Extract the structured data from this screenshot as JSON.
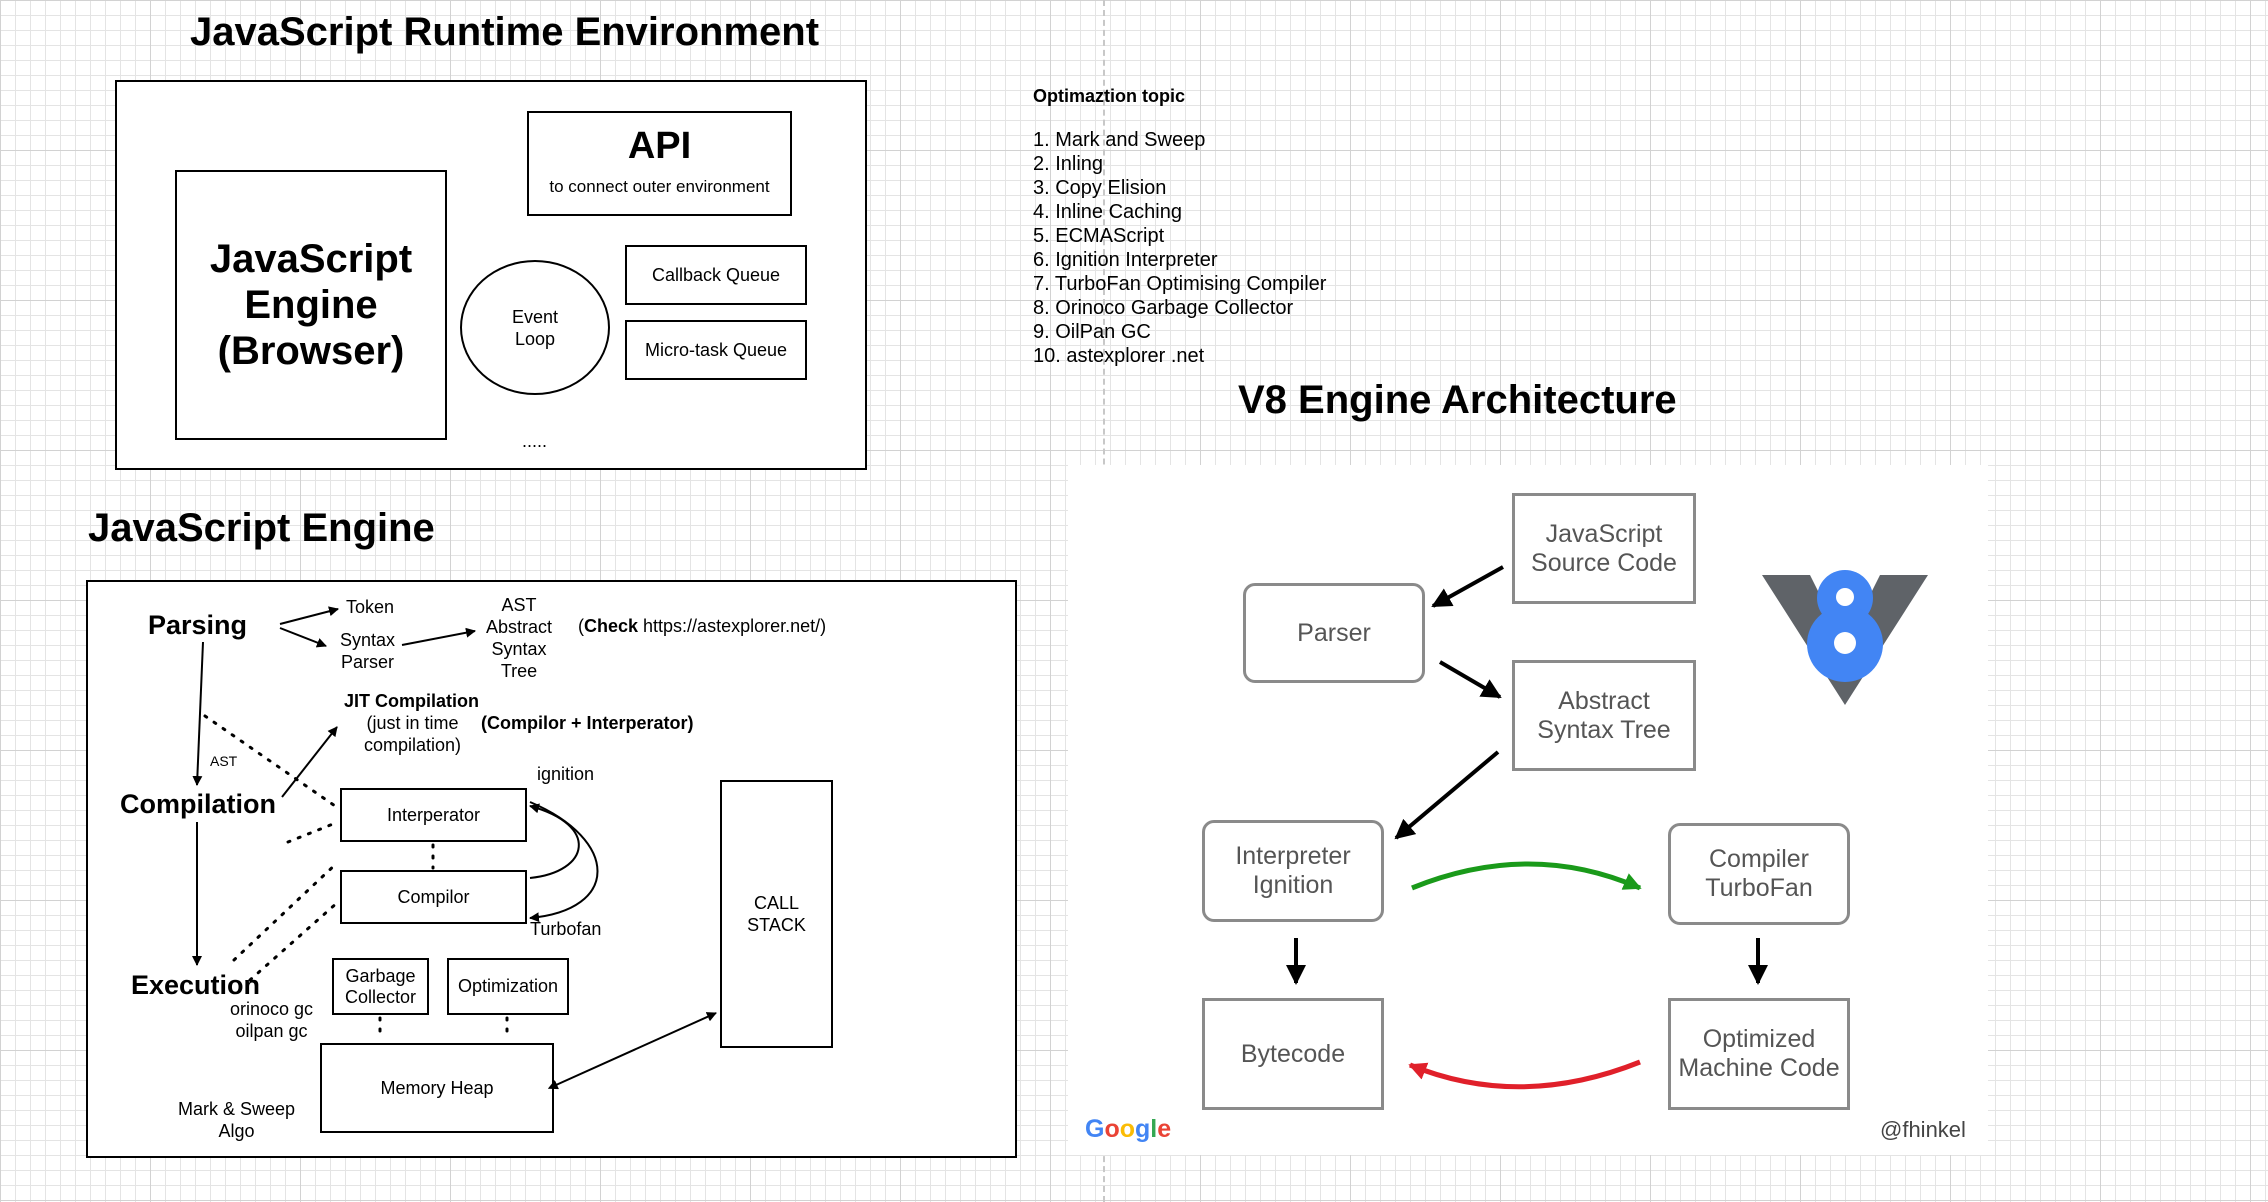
{
  "runtime": {
    "title": "JavaScript Runtime Environment",
    "engine_label": "JavaScript\nEngine\n(Browser)",
    "api_title": "API",
    "api_subtitle": "to connect outer environment",
    "event_loop": "Event\nLoop",
    "callback_queue": "Callback Queue",
    "microtask_queue": "Micro-task Queue",
    "ellipsis": "....."
  },
  "optimization": {
    "heading": "Optimaztion topic",
    "items": [
      "1. Mark and Sweep",
      "2. Inling",
      "3. Copy Elision",
      "4. Inline Caching",
      "5. ECMAScript",
      "6. Ignition Interpreter",
      "7. TurboFan Optimising Compiler",
      "8. Orinoco Garbage Collector",
      "9. OilPan GC",
      "10. astexplorer .net"
    ]
  },
  "engine": {
    "title": "JavaScript Engine",
    "parsing": "Parsing",
    "compilation": "Compilation",
    "execution": "Execution",
    "ast_edge": "AST",
    "token": "Token",
    "syntax_parser": "Syntax\nParser",
    "ast_full": "AST\nAbstract\nSyntax\nTree",
    "check_bold": "Check",
    "check_rest": " https://astexplorer.net/)",
    "check_open": "(",
    "jit_title": "JIT Compilation",
    "jit_sub": "(just in time\ncompilation)",
    "compilor_interpreter": "(Compilor + Interperator)",
    "ignition": "ignition",
    "interperator": "Interperator",
    "compilor": "Compilor",
    "turbofan": "Turbofan",
    "garbage_collector": "Garbage\nCollector",
    "optimization": "Optimization",
    "memory_heap": "Memory Heap",
    "call_stack": "CALL\nSTACK",
    "gc_names": "orinoco gc\noilpan gc",
    "mark_sweep": "Mark & Sweep\nAlgo"
  },
  "v8": {
    "title": "V8 Engine Architecture",
    "source_code": "JavaScript\nSource Code",
    "parser": "Parser",
    "ast": "Abstract\nSyntax Tree",
    "interpreter": "Interpreter\nIgnition",
    "compiler": "Compiler\nTurboFan",
    "bytecode": "Bytecode",
    "optimized": "Optimized\nMachine Code",
    "google": "Google",
    "handle": "@fhinkel",
    "logo_text": "8",
    "colors": {
      "green_arrow": "#1a9a1a",
      "red_arrow": "#e0202a",
      "logo_blue": "#4285f4",
      "logo_gray": "#5f6368",
      "box_border": "#8a8a8a"
    }
  }
}
